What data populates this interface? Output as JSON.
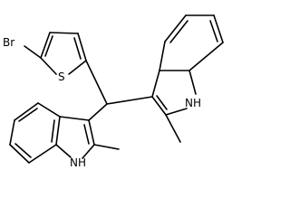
{
  "molecule": {
    "labels": {
      "br": "Br",
      "s": "S",
      "nh_top": "NH",
      "nh_bottom": "NH"
    },
    "colors": {
      "bond": "#000000",
      "background": "#ffffff"
    }
  }
}
